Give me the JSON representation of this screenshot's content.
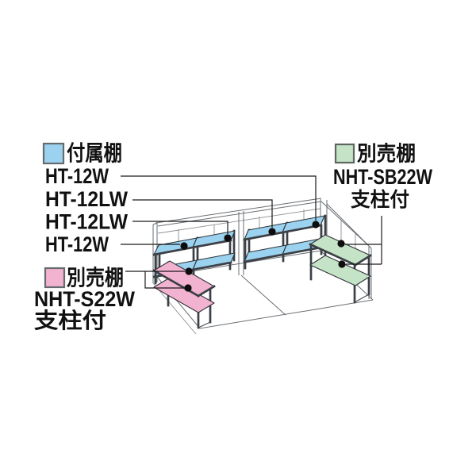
{
  "colors": {
    "blue": "#9bd2ef",
    "pink": "#f2b3d0",
    "green": "#c5e3c6",
    "dot": "#0d0d0d"
  },
  "legend_attached": {
    "title": "付属棚",
    "items": [
      "HT-12W",
      "HT-12LW",
      "HT-12LW",
      "HT-12W"
    ]
  },
  "legend_pink": {
    "title": "別売棚",
    "model": "NHT-S22W",
    "note": "支柱付"
  },
  "legend_green": {
    "title": "別売棚",
    "model": "NHT-SB22W",
    "note": "支柱付"
  }
}
